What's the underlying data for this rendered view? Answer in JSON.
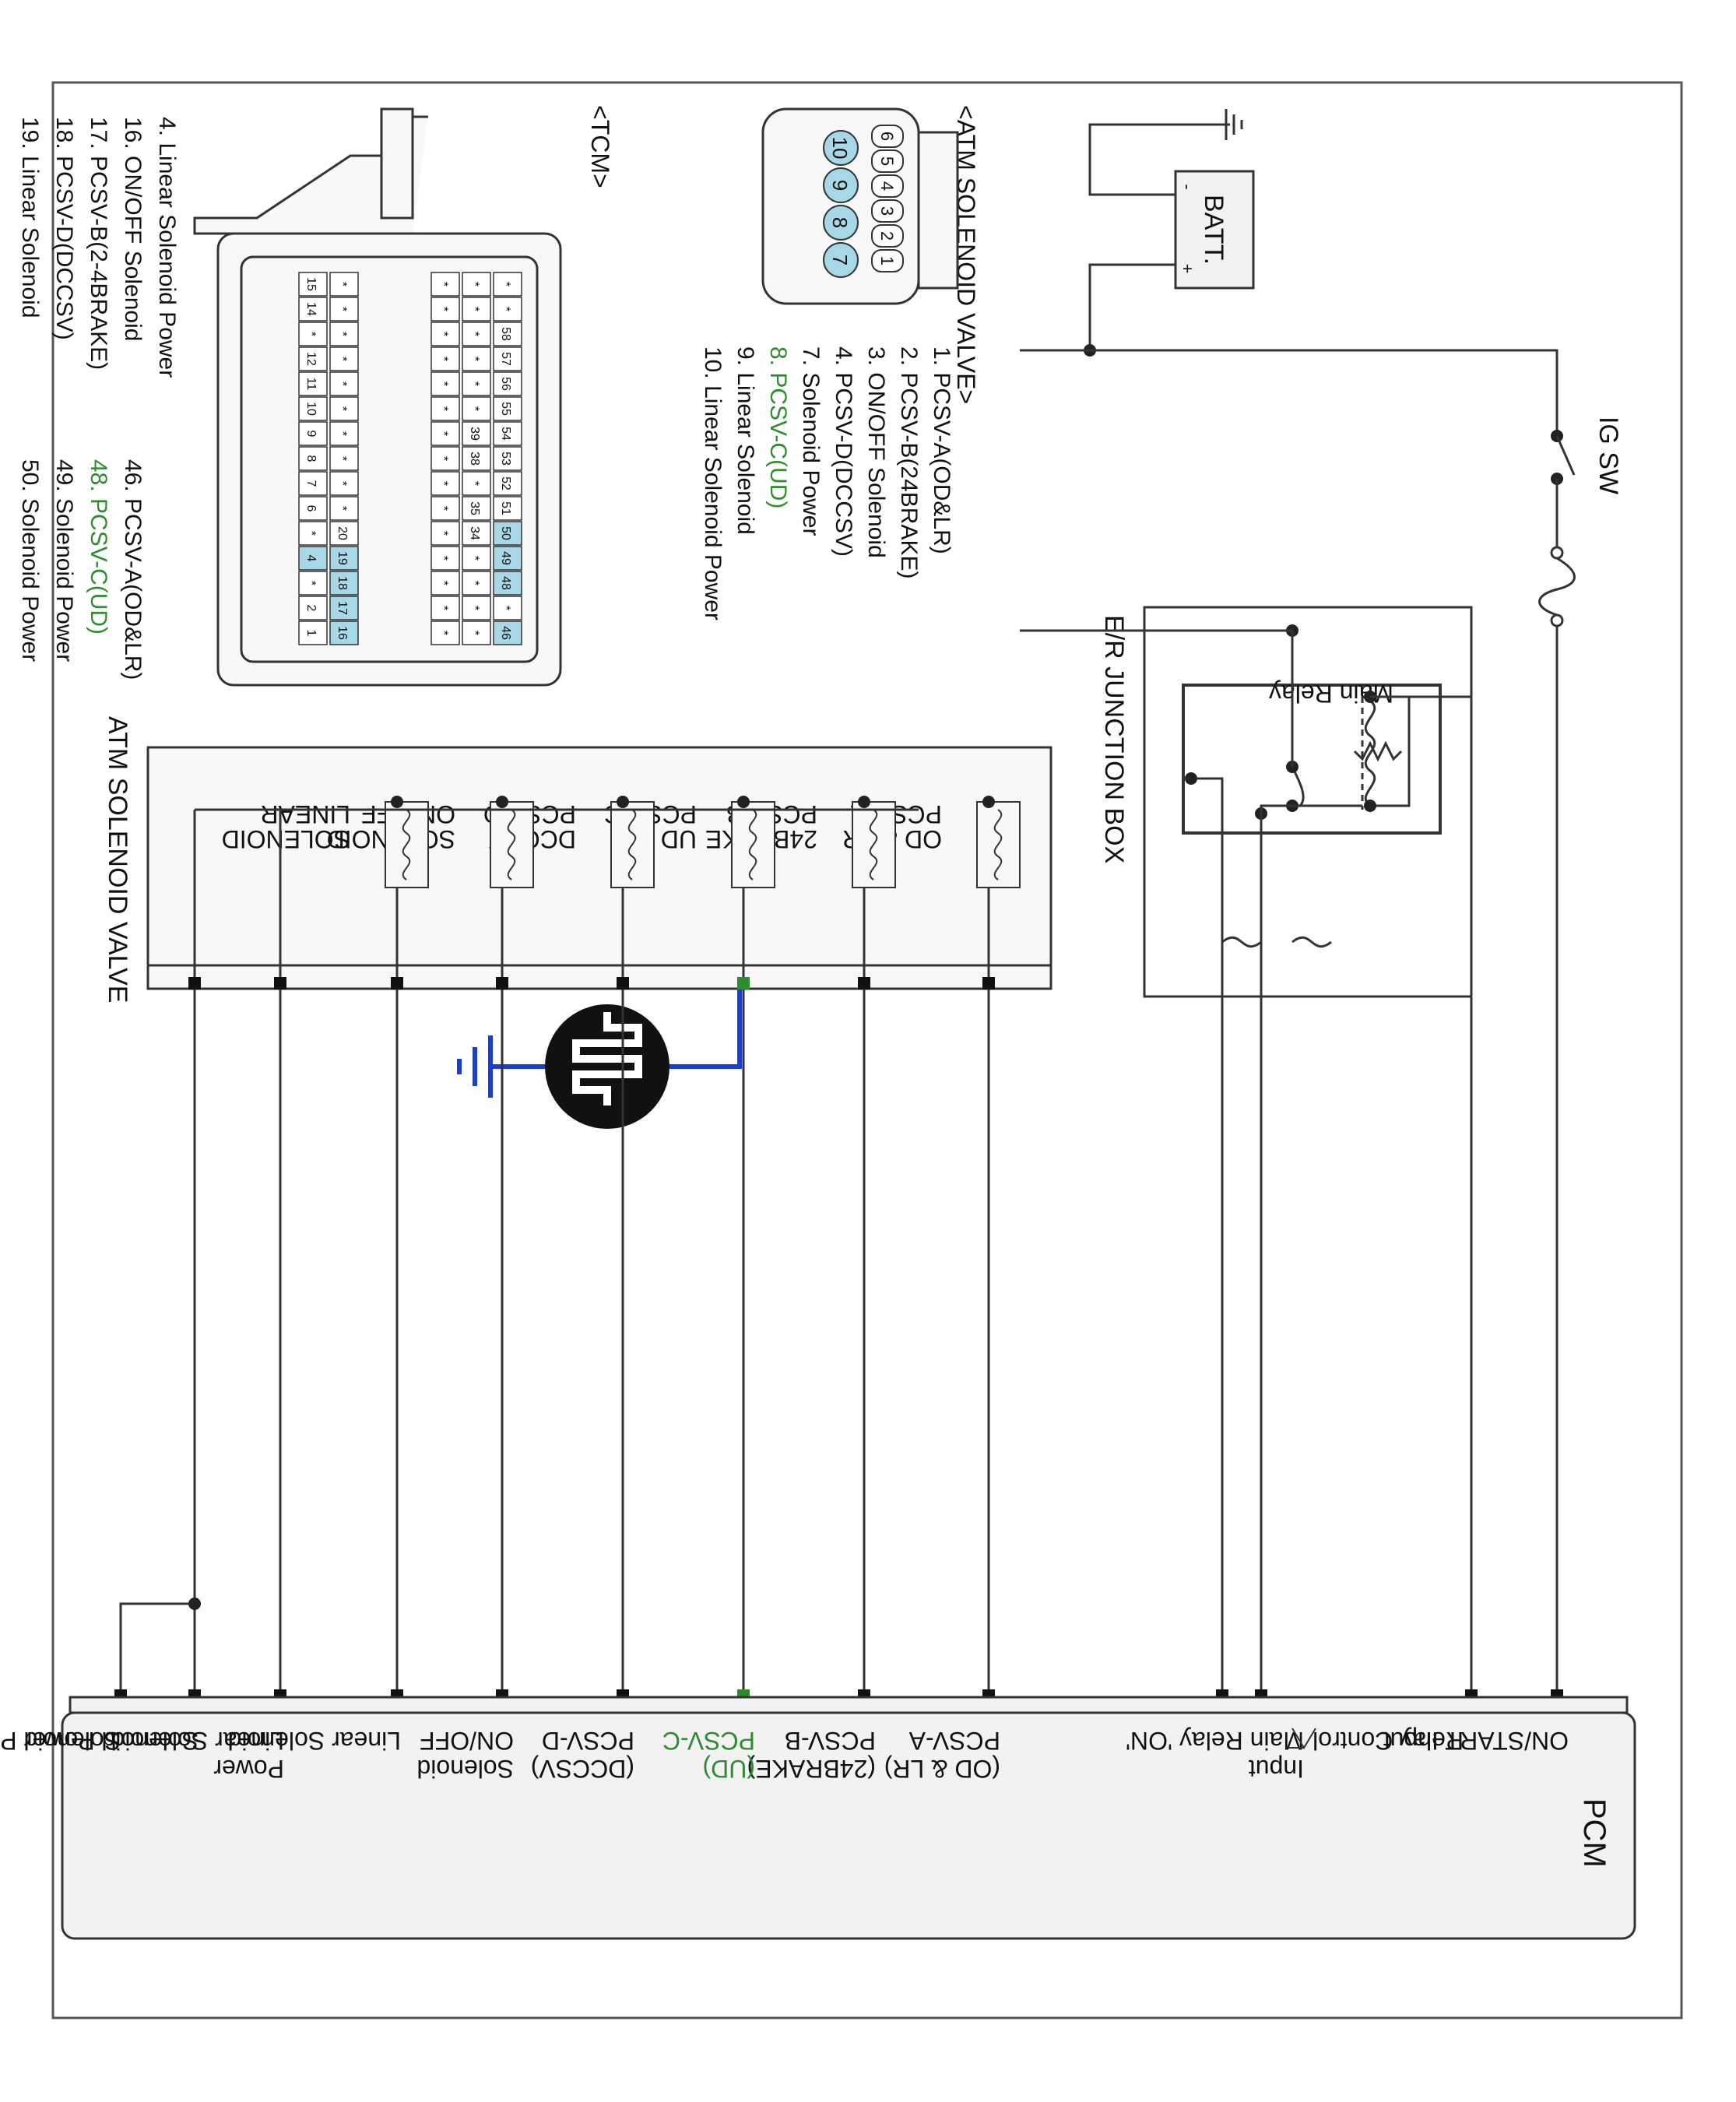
{
  "colors": {
    "wire": "#333333",
    "highlight": "#2e8b2e",
    "cell_highlight": "#a8d8e8",
    "scope_wire": "#1a3fd0",
    "box_fill": "#f2f2f2"
  },
  "power": {
    "battery_label": "BATT.",
    "plus_sign": "+",
    "minus_sign": "-",
    "ig_switch_label": "IG SW"
  },
  "junction_box": {
    "title": "E/R JUNCTION BOX",
    "relay_label": "Main Relay"
  },
  "atm_connector": {
    "title": "<ATM SOLENOID VALVE>",
    "top_row": [
      "6",
      "5",
      "4",
      "3",
      "2",
      "1"
    ],
    "bottom_row": [
      "10",
      "9",
      "8",
      "7"
    ],
    "pins": [
      {
        "text": "1. PCSV-A(OD&LR)",
        "highlight": false
      },
      {
        "text": "2. PCSV-B(24BRAKE)",
        "highlight": false
      },
      {
        "text": "3. ON/OFF Solenoid",
        "highlight": false
      },
      {
        "text": "4. PCSV-D(DCCSV)",
        "highlight": false
      },
      {
        "text": "7. Solenoid Power",
        "highlight": false
      },
      {
        "text": "8. PCSV-C(UD)",
        "highlight": true
      },
      {
        "text": "9. Linear Solenoid",
        "highlight": false
      },
      {
        "text": "10. Linear Solenoid Power",
        "highlight": false
      }
    ]
  },
  "tcm_connector": {
    "title": "<TCM>",
    "row1": [
      "*",
      "*",
      "58",
      "57",
      "56",
      "55",
      "54",
      "53",
      "52",
      "51",
      "50",
      "49",
      "48",
      "*",
      "46"
    ],
    "row2": [
      "*",
      "*",
      "*",
      "*",
      "*",
      "*",
      "39",
      "38",
      "*",
      "35",
      "34",
      "*",
      "*",
      "*",
      "*"
    ],
    "row3": [
      "*",
      "*",
      "*",
      "*",
      "*",
      "*",
      "*",
      "*",
      "*",
      "*",
      "*",
      "*",
      "*",
      "*",
      "*"
    ],
    "row4": [
      "*",
      "*",
      "*",
      "*",
      "*",
      "*",
      "*",
      "*",
      "*",
      "*",
      "20",
      "19",
      "18",
      "17",
      "16"
    ],
    "row5": [
      "15",
      "14",
      "*",
      "12",
      "11",
      "10",
      "9",
      "8",
      "7",
      "6",
      "*",
      "4",
      "*",
      "2",
      "1"
    ],
    "pins_left": [
      {
        "text": "4. Linear Solenoid Power",
        "highlight": false
      },
      {
        "text": "16. ON/OFF Solenoid",
        "highlight": false
      },
      {
        "text": "17. PCSV-B(2-4BRAKE)",
        "highlight": false
      },
      {
        "text": "18. PCSV-D(DCCSV)",
        "highlight": false
      },
      {
        "text": "19. Linear Solenoid",
        "highlight": false
      }
    ],
    "pins_right": [
      {
        "text": "46. PCSV-A(OD&LR)",
        "highlight": false
      },
      {
        "text": "48. PCSV-C(UD)",
        "highlight": true
      },
      {
        "text": "49. Solenoid Power",
        "highlight": false
      },
      {
        "text": "50. Solenoid Power",
        "highlight": false
      }
    ]
  },
  "solenoid_block": {
    "title": "ATM SOLENOID VALVE",
    "coils": [
      {
        "lines": [
          "PCSV-A",
          "OD & LR"
        ]
      },
      {
        "lines": [
          "PCSV-B",
          "24BRAKE"
        ]
      },
      {
        "lines": [
          "PCSV-C",
          "UD"
        ]
      },
      {
        "lines": [
          "PCSV-D",
          "DCCSV"
        ]
      },
      {
        "lines": [
          "ON/OFF",
          "SOLENOID"
        ]
      },
      {
        "lines": [
          "LINEAR",
          "SOLENOID"
        ]
      }
    ]
  },
  "pcm": {
    "title": "PCM",
    "labels": [
      {
        "lines": [
          "ON/START Input"
        ],
        "highlight": false
      },
      {
        "lines": [
          "Relay Control"
        ],
        "highlight": false
      },
      {
        "lines": [
          "Main Relay 'ON'",
          "Input"
        ],
        "highlight": false
      },
      {
        "lines": [
          "PCSV-A",
          "(OD & LR)"
        ],
        "highlight": false
      },
      {
        "lines": [
          "PCSV-B",
          "(24BRAKE)"
        ],
        "highlight": false
      },
      {
        "lines": [
          "PCSV-C",
          "(UD)"
        ],
        "highlight": true
      },
      {
        "lines": [
          "PCSV-D",
          "(DCCSV)"
        ],
        "highlight": false
      },
      {
        "lines": [
          "ON/OFF",
          "Solenoid"
        ],
        "highlight": false
      },
      {
        "lines": [
          "Linear Solenoid"
        ],
        "highlight": false
      },
      {
        "lines": [
          "Linear Solenoid",
          "Power"
        ],
        "highlight": false
      },
      {
        "lines": [
          "Solenoid Power"
        ],
        "highlight": false
      },
      {
        "lines": [
          "Solenoid Power"
        ],
        "highlight": false
      }
    ]
  }
}
